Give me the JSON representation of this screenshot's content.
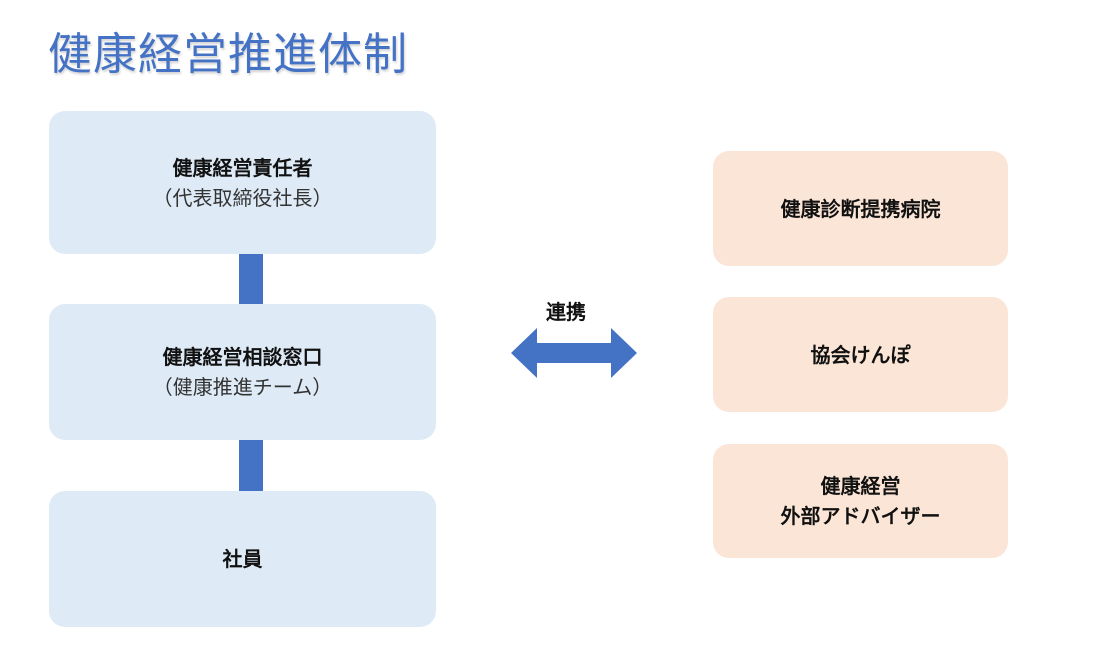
{
  "title": "健康経営推進体制",
  "left": {
    "responsible": {
      "title": "健康経営責任者",
      "subtitle": "（代表取締役社長）"
    },
    "contact": {
      "title": "健康経営相談窓口",
      "subtitle": "（健康推進チーム）"
    },
    "employees": {
      "title": "社員"
    }
  },
  "link_label": "連携",
  "right": {
    "hospital": "健康診断提携病院",
    "kyokai": "協会けんぽ",
    "advisor_line1": "健康経営",
    "advisor_line2": "外部アドバイザー"
  },
  "colors": {
    "title": "#4472c4",
    "left_box": "#deebf7",
    "right_box": "#fbe5d6",
    "connector": "#4472c4",
    "arrow": "#4472c4"
  }
}
